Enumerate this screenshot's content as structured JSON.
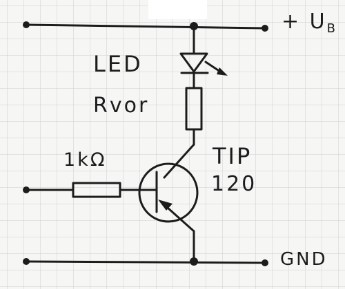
{
  "labels": {
    "supply": "+ U",
    "supply_sub": "B",
    "led": "LED",
    "rvor": "Rvor",
    "base_resistor": "1kΩ",
    "transistor_line1": "TIP",
    "transistor_line2": "120",
    "ground": "GND"
  },
  "colors": {
    "paper": "#f6f6f4",
    "grid": "#cfcfcf",
    "ink": "#1c1c1c"
  }
}
